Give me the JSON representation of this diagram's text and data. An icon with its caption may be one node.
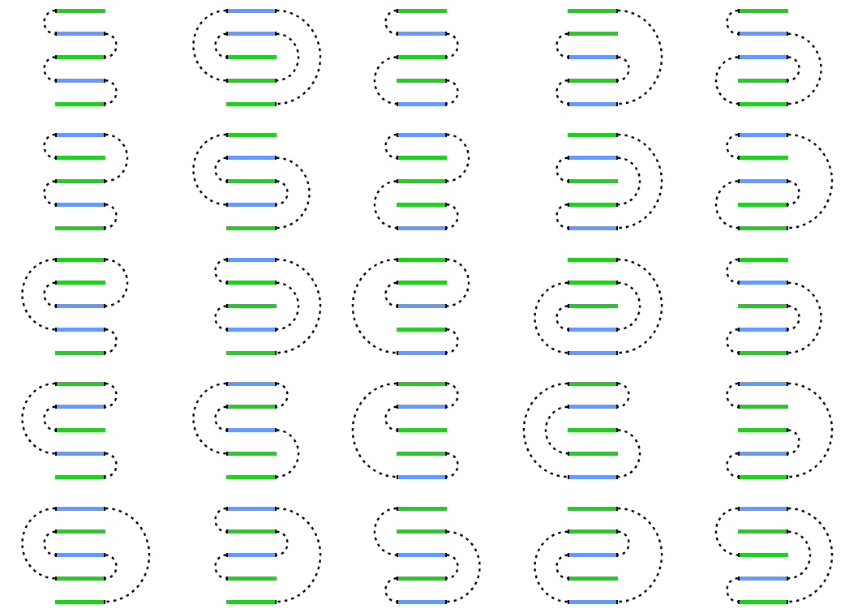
{
  "diagram": {
    "nodes": [
      {
        "text": [],
        "shape": "bar"
      },
      {
        "text": [],
        "shape": "bar"
      },
      {
        "text": [],
        "shape": "bar"
      },
      {
        "text": [],
        "shape": "bar"
      },
      {
        "text": [],
        "shape": "bar"
      },
      {
        "text": [],
        "shape": "bar"
      },
      {
        "text": [],
        "shape": "bar"
      },
      {
        "text": [],
        "shape": "bar"
      },
      {
        "text": [],
        "shape": "bar"
      },
      {
        "text": [],
        "shape": "bar"
      },
      {
        "text": [],
        "shape": "bar"
      },
      {
        "text": [],
        "shape": "bar"
      },
      {
        "text": [],
        "shape": "bar"
      },
      {
        "text": [],
        "shape": "bar"
      },
      {
        "text": [],
        "shape": "bar"
      },
      {
        "text": [],
        "shape": "bar"
      },
      {
        "text": [],
        "shape": "bar"
      },
      {
        "text": [],
        "shape": "bar"
      },
      {
        "text": [],
        "shape": "bar"
      },
      {
        "text": [],
        "shape": "bar"
      },
      {
        "text": [],
        "shape": "bar"
      },
      {
        "text": [],
        "shape": "bar"
      },
      {
        "text": [],
        "shape": "bar"
      },
      {
        "text": [],
        "shape": "bar"
      },
      {
        "text": [],
        "shape": "bar"
      },
      {
        "text": [],
        "shape": "bar"
      },
      {
        "text": [],
        "shape": "bar"
      },
      {
        "text": [],
        "shape": "bar"
      },
      {
        "text": [],
        "shape": "bar"
      },
      {
        "text": [],
        "shape": "bar"
      },
      {
        "text": [],
        "shape": "bar"
      },
      {
        "text": [],
        "shape": "bar"
      },
      {
        "text": [],
        "shape": "bar"
      },
      {
        "text": [],
        "shape": "bar"
      },
      {
        "text": [],
        "shape": "bar"
      },
      {
        "text": [],
        "shape": "bar"
      },
      {
        "text": [],
        "shape": "bar"
      },
      {
        "text": [],
        "shape": "bar"
      },
      {
        "text": [],
        "shape": "bar"
      },
      {
        "text": [],
        "shape": "bar"
      },
      {
        "text": [],
        "shape": "bar"
      },
      {
        "text": [],
        "shape": "bar"
      },
      {
        "text": [],
        "shape": "bar"
      },
      {
        "text": [],
        "shape": "bar"
      },
      {
        "text": [],
        "shape": "bar"
      },
      {
        "text": [],
        "shape": "bar"
      },
      {
        "text": [],
        "shape": "bar"
      },
      {
        "text": [],
        "shape": "bar"
      },
      {
        "text": [],
        "shape": "bar"
      },
      {
        "text": [],
        "shape": "bar"
      },
      {
        "text": [],
        "shape": "bar"
      },
      {
        "text": [],
        "shape": "bar"
      },
      {
        "text": [],
        "shape": "bar"
      },
      {
        "text": [],
        "shape": "bar"
      },
      {
        "text": [],
        "shape": "bar"
      },
      {
        "text": [],
        "shape": "bar"
      },
      {
        "text": [],
        "shape": "bar"
      },
      {
        "text": [],
        "shape": "bar"
      },
      {
        "text": [],
        "shape": "bar"
      },
      {
        "text": [],
        "shape": "bar"
      },
      {
        "text": [],
        "shape": "bar"
      },
      {
        "text": [],
        "shape": "bar"
      },
      {
        "text": [],
        "shape": "bar"
      },
      {
        "text": [],
        "shape": "bar"
      },
      {
        "text": [],
        "shape": "bar"
      },
      {
        "text": [],
        "shape": "bar"
      },
      {
        "text": [],
        "shape": "bar"
      },
      {
        "text": [],
        "shape": "bar"
      },
      {
        "text": [],
        "shape": "bar"
      },
      {
        "text": [],
        "shape": "bar"
      },
      {
        "text": [],
        "shape": "bar"
      },
      {
        "text": [],
        "shape": "bar"
      },
      {
        "text": [],
        "shape": "bar"
      },
      {
        "text": [],
        "shape": "bar"
      },
      {
        "text": [],
        "shape": "bar"
      },
      {
        "text": [],
        "shape": "bar"
      },
      {
        "text": [],
        "shape": "bar"
      },
      {
        "text": [],
        "shape": "bar"
      },
      {
        "text": [],
        "shape": "bar"
      },
      {
        "text": [],
        "shape": "bar"
      },
      {
        "text": [],
        "shape": "bar"
      },
      {
        "text": [],
        "shape": "bar"
      },
      {
        "text": [],
        "shape": "bar"
      },
      {
        "text": [],
        "shape": "bar"
      },
      {
        "text": [],
        "shape": "bar"
      },
      {
        "text": [],
        "shape": "bar"
      },
      {
        "text": [],
        "shape": "bar"
      },
      {
        "text": [],
        "shape": "bar"
      },
      {
        "text": [],
        "shape": "bar"
      },
      {
        "text": [],
        "shape": "bar"
      },
      {
        "text": [],
        "shape": "bar"
      },
      {
        "text": [],
        "shape": "bar"
      },
      {
        "text": [],
        "shape": "bar"
      },
      {
        "text": [],
        "shape": "bar"
      },
      {
        "text": [],
        "shape": "bar"
      },
      {
        "text": [],
        "shape": "bar"
      },
      {
        "text": [],
        "shape": "bar"
      },
      {
        "text": [],
        "shape": "bar"
      },
      {
        "text": [],
        "shape": "bar"
      },
      {
        "text": [],
        "shape": "bar"
      },
      {
        "text": [],
        "shape": "bar"
      },
      {
        "text": [],
        "shape": "bar"
      },
      {
        "text": [],
        "shape": "bar"
      },
      {
        "text": [],
        "shape": "bar"
      },
      {
        "text": [],
        "shape": "bar"
      },
      {
        "text": [],
        "shape": "bar"
      },
      {
        "text": [],
        "shape": "bar"
      },
      {
        "text": [],
        "shape": "bar"
      },
      {
        "text": [],
        "shape": "bar"
      },
      {
        "text": [],
        "shape": "bar"
      },
      {
        "text": [],
        "shape": "bar"
      },
      {
        "text": [],
        "shape": "bar"
      },
      {
        "text": [],
        "shape": "bar"
      },
      {
        "text": [],
        "shape": "bar"
      },
      {
        "text": [],
        "shape": "bar"
      },
      {
        "text": [],
        "shape": "bar"
      },
      {
        "text": [],
        "shape": "bar"
      },
      {
        "text": [],
        "shape": "bar"
      },
      {
        "text": [],
        "shape": "bar"
      },
      {
        "text": [],
        "shape": "bar"
      },
      {
        "text": [],
        "shape": "bar"
      },
      {
        "text": [],
        "shape": "bar"
      },
      {
        "text": [],
        "shape": "bar"
      },
      {
        "text": [],
        "shape": "bar"
      },
      {
        "text": [],
        "shape": "bar"
      }
    ],
    "edges": [
      {
        "from": 0,
        "to": 1,
        "arrow": "none",
        "style": "dashed"
      },
      {
        "from": 1,
        "to": 2,
        "arrow": "none",
        "style": "dashed"
      },
      {
        "from": 2,
        "to": 3,
        "arrow": "none",
        "style": "dashed"
      },
      {
        "from": 3,
        "to": 4,
        "arrow": "none",
        "style": "dashed"
      },
      {
        "from": 6,
        "to": 7,
        "arrow": "none",
        "style": "dashed"
      },
      {
        "from": 6,
        "to": 8,
        "arrow": "none",
        "style": "dashed"
      },
      {
        "from": 5,
        "to": 8,
        "arrow": "none",
        "style": "dashed"
      },
      {
        "from": 5,
        "to": 9,
        "arrow": "none",
        "style": "dashed"
      },
      {
        "from": 10,
        "to": 11,
        "arrow": "none",
        "style": "dashed"
      },
      {
        "from": 11,
        "to": 12,
        "arrow": "none",
        "style": "dashed"
      },
      {
        "from": 12,
        "to": 14,
        "arrow": "none",
        "style": "dashed"
      },
      {
        "from": 13,
        "to": 14,
        "arrow": "none",
        "style": "dashed"
      },
      {
        "from": 16,
        "to": 17,
        "arrow": "none",
        "style": "dashed"
      },
      {
        "from": 17,
        "to": 18,
        "arrow": "none",
        "style": "dashed"
      },
      {
        "from": 18,
        "to": 19,
        "arrow": "none",
        "style": "dashed"
      },
      {
        "from": 15,
        "to": 19,
        "arrow": "none",
        "style": "dashed"
      },
      {
        "from": 20,
        "to": 21,
        "arrow": "none",
        "style": "dashed"
      },
      {
        "from": 21,
        "to": 24,
        "arrow": "none",
        "style": "dashed"
      },
      {
        "from": 22,
        "to": 24,
        "arrow": "none",
        "style": "dashed"
      },
      {
        "from": 22,
        "to": 23,
        "arrow": "none",
        "style": "dashed"
      },
      {
        "from": 25,
        "to": 26,
        "arrow": "none",
        "style": "dashed"
      },
      {
        "from": 25,
        "to": 27,
        "arrow": "none",
        "style": "dashed"
      },
      {
        "from": 27,
        "to": 28,
        "arrow": "none",
        "style": "dashed"
      },
      {
        "from": 28,
        "to": 29,
        "arrow": "none",
        "style": "dashed"
      },
      {
        "from": 30,
        "to": 33,
        "arrow": "none",
        "style": "dashed"
      },
      {
        "from": 32,
        "to": 33,
        "arrow": "none",
        "style": "dashed"
      },
      {
        "from": 31,
        "to": 32,
        "arrow": "none",
        "style": "dashed"
      },
      {
        "from": 31,
        "to": 34,
        "arrow": "none",
        "style": "dashed"
      },
      {
        "from": 35,
        "to": 36,
        "arrow": "none",
        "style": "dashed"
      },
      {
        "from": 35,
        "to": 37,
        "arrow": "none",
        "style": "dashed"
      },
      {
        "from": 37,
        "to": 39,
        "arrow": "none",
        "style": "dashed"
      },
      {
        "from": 38,
        "to": 39,
        "arrow": "none",
        "style": "dashed"
      },
      {
        "from": 41,
        "to": 42,
        "arrow": "none",
        "style": "dashed"
      },
      {
        "from": 41,
        "to": 43,
        "arrow": "none",
        "style": "dashed"
      },
      {
        "from": 43,
        "to": 44,
        "arrow": "none",
        "style": "dashed"
      },
      {
        "from": 40,
        "to": 44,
        "arrow": "none",
        "style": "dashed"
      },
      {
        "from": 45,
        "to": 46,
        "arrow": "none",
        "style": "dashed"
      },
      {
        "from": 45,
        "to": 49,
        "arrow": "none",
        "style": "dashed"
      },
      {
        "from": 47,
        "to": 49,
        "arrow": "none",
        "style": "dashed"
      },
      {
        "from": 47,
        "to": 48,
        "arrow": "none",
        "style": "dashed"
      },
      {
        "from": 51,
        "to": 52,
        "arrow": "none",
        "style": "dashed"
      },
      {
        "from": 50,
        "to": 52,
        "arrow": "none",
        "style": "dashed"
      },
      {
        "from": 50,
        "to": 53,
        "arrow": "none",
        "style": "dashed"
      },
      {
        "from": 53,
        "to": 54,
        "arrow": "none",
        "style": "dashed"
      },
      {
        "from": 57,
        "to": 58,
        "arrow": "none",
        "style": "dashed"
      },
      {
        "from": 56,
        "to": 58,
        "arrow": "none",
        "style": "dashed"
      },
      {
        "from": 55,
        "to": 56,
        "arrow": "none",
        "style": "dashed"
      },
      {
        "from": 55,
        "to": 59,
        "arrow": "none",
        "style": "dashed"
      },
      {
        "from": 61,
        "to": 62,
        "arrow": "none",
        "style": "dashed"
      },
      {
        "from": 60,
        "to": 62,
        "arrow": "none",
        "style": "dashed"
      },
      {
        "from": 60,
        "to": 64,
        "arrow": "none",
        "style": "dashed"
      },
      {
        "from": 63,
        "to": 64,
        "arrow": "none",
        "style": "dashed"
      },
      {
        "from": 67,
        "to": 68,
        "arrow": "none",
        "style": "dashed"
      },
      {
        "from": 66,
        "to": 68,
        "arrow": "none",
        "style": "dashed"
      },
      {
        "from": 66,
        "to": 69,
        "arrow": "none",
        "style": "dashed"
      },
      {
        "from": 65,
        "to": 69,
        "arrow": "none",
        "style": "dashed"
      },
      {
        "from": 70,
        "to": 71,
        "arrow": "none",
        "style": "dashed"
      },
      {
        "from": 71,
        "to": 74,
        "arrow": "none",
        "style": "dashed"
      },
      {
        "from": 73,
        "to": 74,
        "arrow": "none",
        "style": "dashed"
      },
      {
        "from": 72,
        "to": 73,
        "arrow": "none",
        "style": "dashed"
      },
      {
        "from": 76,
        "to": 77,
        "arrow": "none",
        "style": "dashed"
      },
      {
        "from": 75,
        "to": 76,
        "arrow": "none",
        "style": "dashed"
      },
      {
        "from": 75,
        "to": 78,
        "arrow": "none",
        "style": "dashed"
      },
      {
        "from": 78,
        "to": 79,
        "arrow": "none",
        "style": "dashed"
      },
      {
        "from": 80,
        "to": 83,
        "arrow": "none",
        "style": "dashed"
      },
      {
        "from": 80,
        "to": 81,
        "arrow": "none",
        "style": "dashed"
      },
      {
        "from": 81,
        "to": 82,
        "arrow": "none",
        "style": "dashed"
      },
      {
        "from": 82,
        "to": 84,
        "arrow": "none",
        "style": "dashed"
      },
      {
        "from": 86,
        "to": 87,
        "arrow": "none",
        "style": "dashed"
      },
      {
        "from": 85,
        "to": 86,
        "arrow": "none",
        "style": "dashed"
      },
      {
        "from": 85,
        "to": 89,
        "arrow": "none",
        "style": "dashed"
      },
      {
        "from": 88,
        "to": 89,
        "arrow": "none",
        "style": "dashed"
      },
      {
        "from": 91,
        "to": 93,
        "arrow": "none",
        "style": "dashed"
      },
      {
        "from": 90,
        "to": 91,
        "arrow": "none",
        "style": "dashed"
      },
      {
        "from": 90,
        "to": 94,
        "arrow": "none",
        "style": "dashed"
      },
      {
        "from": 92,
        "to": 94,
        "arrow": "none",
        "style": "dashed"
      },
      {
        "from": 95,
        "to": 96,
        "arrow": "none",
        "style": "dashed"
      },
      {
        "from": 95,
        "to": 99,
        "arrow": "none",
        "style": "dashed"
      },
      {
        "from": 98,
        "to": 99,
        "arrow": "none",
        "style": "dashed"
      },
      {
        "from": 97,
        "to": 98,
        "arrow": "none",
        "style": "dashed"
      },
      {
        "from": 101,
        "to": 102,
        "arrow": "none",
        "style": "dashed"
      },
      {
        "from": 102,
        "to": 103,
        "arrow": "none",
        "style": "dashed"
      },
      {
        "from": 100,
        "to": 103,
        "arrow": "none",
        "style": "dashed"
      },
      {
        "from": 100,
        "to": 104,
        "arrow": "none",
        "style": "dashed"
      },
      {
        "from": 107,
        "to": 108,
        "arrow": "none",
        "style": "dashed"
      },
      {
        "from": 106,
        "to": 107,
        "arrow": "none",
        "style": "dashed"
      },
      {
        "from": 105,
        "to": 106,
        "arrow": "none",
        "style": "dashed"
      },
      {
        "from": 105,
        "to": 109,
        "arrow": "none",
        "style": "dashed"
      },
      {
        "from": 110,
        "to": 112,
        "arrow": "none",
        "style": "dashed"
      },
      {
        "from": 112,
        "to": 113,
        "arrow": "none",
        "style": "dashed"
      },
      {
        "from": 113,
        "to": 114,
        "arrow": "none",
        "style": "dashed"
      },
      {
        "from": 111,
        "to": 114,
        "arrow": "none",
        "style": "dashed"
      },
      {
        "from": 117,
        "to": 118,
        "arrow": "none",
        "style": "dashed"
      },
      {
        "from": 116,
        "to": 117,
        "arrow": "none",
        "style": "dashed"
      },
      {
        "from": 116,
        "to": 119,
        "arrow": "none",
        "style": "dashed"
      },
      {
        "from": 115,
        "to": 119,
        "arrow": "none",
        "style": "dashed"
      },
      {
        "from": 120,
        "to": 122,
        "arrow": "none",
        "style": "dashed"
      },
      {
        "from": 120,
        "to": 124,
        "arrow": "none",
        "style": "dashed"
      },
      {
        "from": 123,
        "to": 124,
        "arrow": "none",
        "style": "dashed"
      },
      {
        "from": 121,
        "to": 123,
        "arrow": "none",
        "style": "dashed"
      }
    ]
  }
}
